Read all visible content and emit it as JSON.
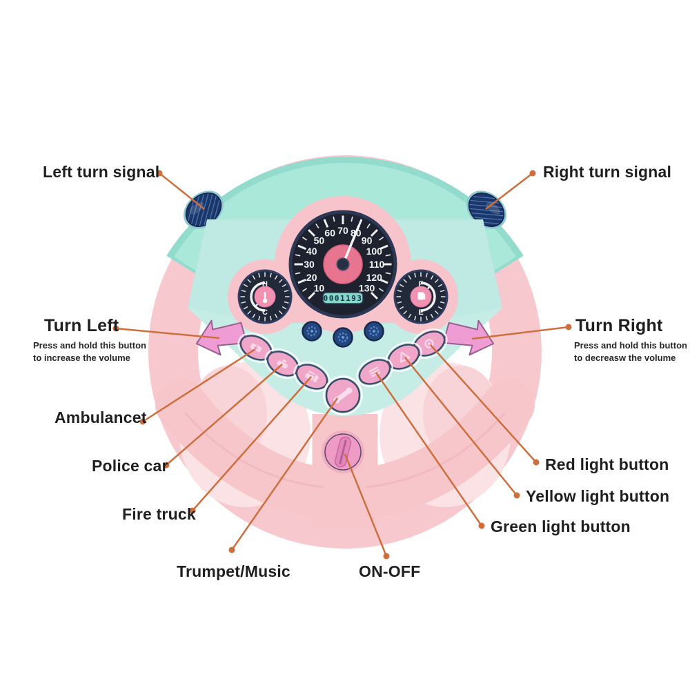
{
  "callouts": {
    "left_turn_signal": "Left turn signal",
    "right_turn_signal": "Right turn signal",
    "turn_left": {
      "title": "Turn Left",
      "note_line1": "Press and hold this button",
      "note_line2": "to increase the volume"
    },
    "turn_right": {
      "title": "Turn Right",
      "note_line1": "Press and hold this button",
      "note_line2": "to  decreasw the volume"
    },
    "ambulance": "Ambulancet",
    "police_car": "Police car",
    "fire_truck": "Fire truck",
    "trumpet_music": "Trumpet/Music",
    "on_off": "ON-OFF",
    "red_light": "Red light button",
    "yellow_light": "Yellow light button",
    "green_light": "Green light button"
  },
  "instrument_cluster": {
    "speedometer": {
      "min": 10,
      "max": 130,
      "numbers": [
        "10",
        "20",
        "30",
        "40",
        "50",
        "60",
        "70",
        "80",
        "90",
        "100",
        "110",
        "120",
        "130"
      ],
      "needle_value": 80,
      "odometer": "0001193"
    },
    "temperature_gauge": {
      "top_label": "H",
      "bottom_label": "C"
    },
    "fuel_gauge": {
      "top_label": "F",
      "bottom_label": "E"
    }
  },
  "icons": {
    "left_turn_signal": "speaker-grille-icon",
    "right_turn_signal": "speaker-grille-icon",
    "turn_left": "left-arrow-icon",
    "turn_right": "right-arrow-icon",
    "ambulance": "ambulance-icon",
    "police_car": "police-car-icon",
    "fire_truck": "fire-truck-icon",
    "trumpet": "trumpet-icon",
    "on_off": "rotary-knob-icon",
    "red_light": "red-light-icon",
    "yellow_light": "yellow-light-icon",
    "green_light": "green-light-icon",
    "temperature": "thermometer-icon",
    "fuel": "fuel-pump-icon"
  },
  "colors": {
    "background": "#ffffff",
    "callout_line": "#cc6f3d",
    "label_text": "#1f1f1f",
    "rim_pink": "#f7c9ce",
    "rim_mint": "#a0e2d4",
    "panel_teal": "#c6ece6",
    "cluster_pink": "#f6c4ca",
    "gauge_face_navy": "#1d222e",
    "gauge_center_pink": "#e7758f",
    "odometer_teal": "#84d9c6",
    "button_pink": "#f0a6c9",
    "arrow_pink": "#ef9cd4",
    "speaker_navy": "#1c3767"
  }
}
